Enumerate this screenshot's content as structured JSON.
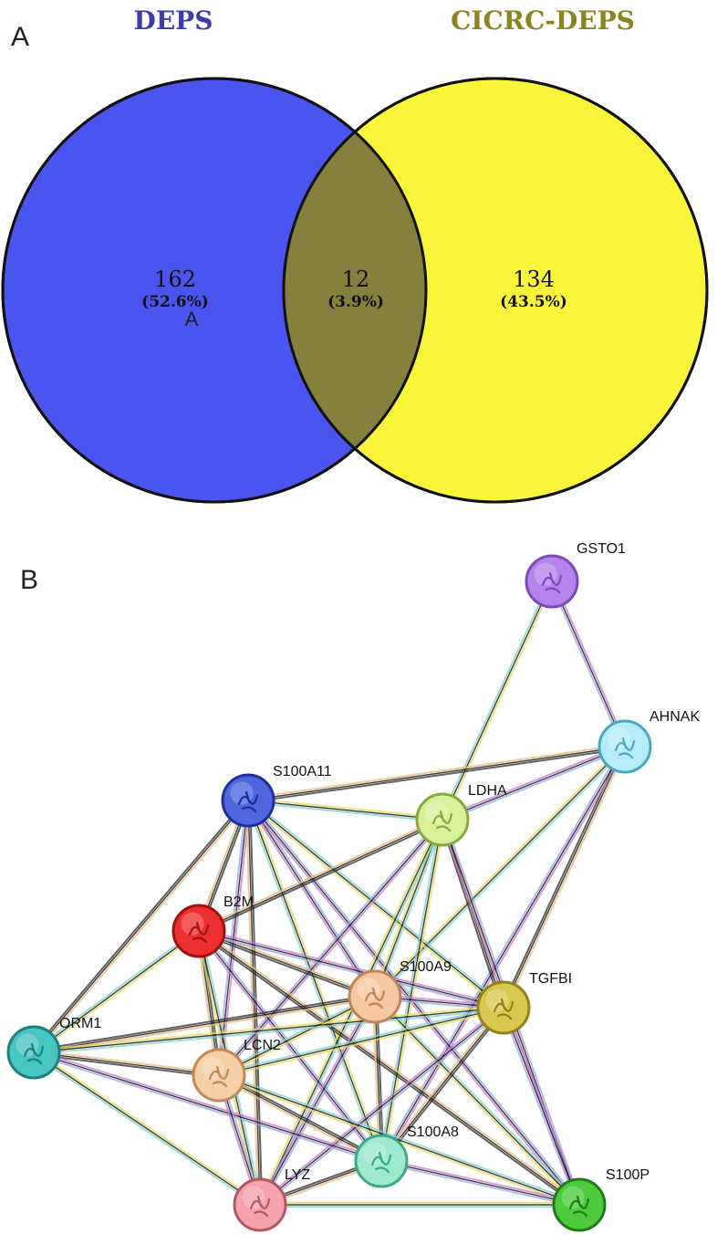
{
  "panels": {
    "a_label": "A",
    "b_label": "B"
  },
  "venn": {
    "sets": [
      {
        "title": "DEPS",
        "color": "#4a55f0",
        "title_color": "#3c3cad"
      },
      {
        "title": "CICRC-DEPS",
        "color": "#f9f53a",
        "title_color": "#8a8520"
      }
    ],
    "overlap_color": "#86803e",
    "regions": {
      "left": {
        "count": "162",
        "pct": "(52.6%)"
      },
      "overlap": {
        "count": "12",
        "pct": "(3.9%)"
      },
      "right": {
        "count": "134",
        "pct": "(43.5%)"
      }
    },
    "stray_label": "A"
  },
  "network": {
    "nodes": [
      {
        "id": "GSTO1",
        "label": "GSTO1",
        "color": "#b483ec",
        "border": "#7a4bb8"
      },
      {
        "id": "AHNAK",
        "label": "AHNAK",
        "color": "#b6ecf8",
        "border": "#4aa7c4"
      },
      {
        "id": "S100A11",
        "label": "S100A11",
        "color": "#4f66dd",
        "border": "#1d2f9c"
      },
      {
        "id": "LDHA",
        "label": "LDHA",
        "color": "#d8f29a",
        "border": "#86a83e"
      },
      {
        "id": "B2M",
        "label": "B2M",
        "color": "#ee2f2f",
        "border": "#a01212"
      },
      {
        "id": "S100A9",
        "label": "S100A9",
        "color": "#f5c8a0",
        "border": "#c08556"
      },
      {
        "id": "TGFBI",
        "label": "TGFBI",
        "color": "#d9c850",
        "border": "#8f8218"
      },
      {
        "id": "ORM1",
        "label": "ORM1",
        "color": "#49c5c0",
        "border": "#1d7f80"
      },
      {
        "id": "LCN2",
        "label": "LCN2",
        "color": "#f5cfa6",
        "border": "#bf8a55"
      },
      {
        "id": "S100A8",
        "label": "S100A8",
        "color": "#9fe9cf",
        "border": "#3aa889"
      },
      {
        "id": "LYZ",
        "label": "LYZ",
        "color": "#f3a3ab",
        "border": "#b25864"
      },
      {
        "id": "S100P",
        "label": "S100P",
        "color": "#4ccc3b",
        "border": "#237a1b"
      }
    ],
    "edges": [
      [
        "GSTO1",
        "AHNAK"
      ],
      [
        "GSTO1",
        "LDHA"
      ],
      [
        "AHNAK",
        "S100A11"
      ],
      [
        "AHNAK",
        "LDHA"
      ],
      [
        "AHNAK",
        "S100A9"
      ],
      [
        "AHNAK",
        "TGFBI"
      ],
      [
        "AHNAK",
        "S100A8"
      ],
      [
        "S100A11",
        "LDHA"
      ],
      [
        "S100A11",
        "B2M"
      ],
      [
        "S100A11",
        "S100A9"
      ],
      [
        "S100A11",
        "TGFBI"
      ],
      [
        "S100A11",
        "ORM1"
      ],
      [
        "S100A11",
        "LCN2"
      ],
      [
        "S100A11",
        "S100A8"
      ],
      [
        "S100A11",
        "LYZ"
      ],
      [
        "S100A11",
        "S100P"
      ],
      [
        "LDHA",
        "S100A9"
      ],
      [
        "LDHA",
        "TGFBI"
      ],
      [
        "LDHA",
        "LCN2"
      ],
      [
        "LDHA",
        "S100A8"
      ],
      [
        "LDHA",
        "B2M"
      ],
      [
        "LDHA",
        "S100P"
      ],
      [
        "LDHA",
        "LYZ"
      ],
      [
        "B2M",
        "S100A9"
      ],
      [
        "B2M",
        "TGFBI"
      ],
      [
        "B2M",
        "ORM1"
      ],
      [
        "B2M",
        "LCN2"
      ],
      [
        "B2M",
        "S100A8"
      ],
      [
        "B2M",
        "LYZ"
      ],
      [
        "B2M",
        "S100P"
      ],
      [
        "S100A9",
        "TGFBI"
      ],
      [
        "S100A9",
        "LCN2"
      ],
      [
        "S100A9",
        "S100A8"
      ],
      [
        "S100A9",
        "LYZ"
      ],
      [
        "S100A9",
        "S100P"
      ],
      [
        "S100A9",
        "ORM1"
      ],
      [
        "TGFBI",
        "S100P"
      ],
      [
        "TGFBI",
        "LCN2"
      ],
      [
        "TGFBI",
        "S100A8"
      ],
      [
        "TGFBI",
        "LYZ"
      ],
      [
        "TGFBI",
        "ORM1"
      ],
      [
        "ORM1",
        "LCN2"
      ],
      [
        "ORM1",
        "S100A8"
      ],
      [
        "ORM1",
        "LYZ"
      ],
      [
        "LCN2",
        "S100A8"
      ],
      [
        "LCN2",
        "LYZ"
      ],
      [
        "LCN2",
        "S100P"
      ],
      [
        "S100A8",
        "LYZ"
      ],
      [
        "S100A8",
        "S100P"
      ],
      [
        "LYZ",
        "S100P"
      ]
    ]
  }
}
